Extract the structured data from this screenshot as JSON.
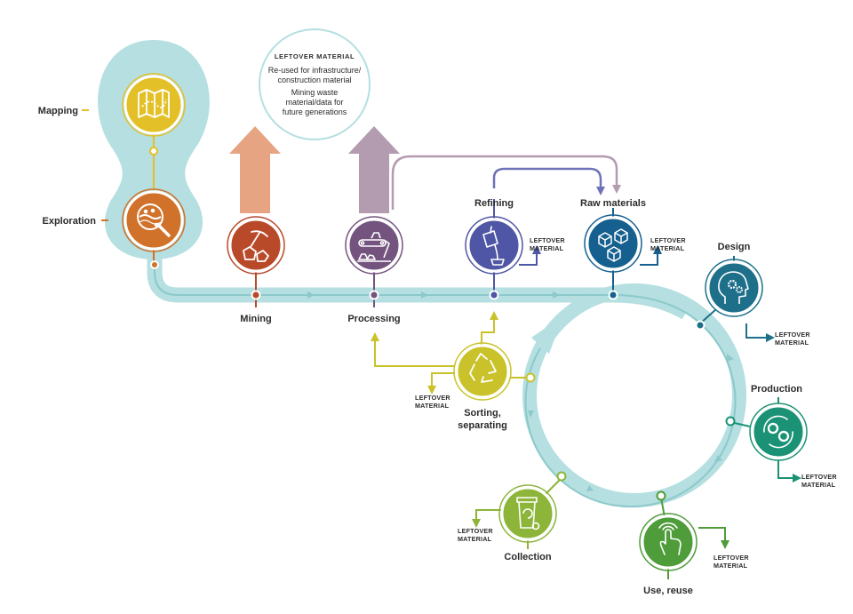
{
  "stages": {
    "mapping": "Mapping",
    "exploration": "Exploration",
    "mining": "Mining",
    "processing": "Processing",
    "refining": "Refining",
    "raw_materials": "Raw materials",
    "design": "Design",
    "production": "Production",
    "use_reuse": "Use, reuse",
    "collection": "Collection",
    "sorting_1": "Sorting,",
    "sorting_2": "separating"
  },
  "leftover": {
    "line1": "LEFTOVER",
    "line2": "MATERIAL"
  },
  "note": {
    "title": "LEFTOVER MATERIAL",
    "l1": "Re-used for infrastructure/",
    "l2": "construction material",
    "l3": "Mining waste",
    "l4": "material/data for",
    "l5": "future generations"
  },
  "colors": {
    "track": "#b5dfe0",
    "track_line": "#8cc9cb",
    "mapping": "#e4c028",
    "exploration": "#d0722a",
    "mining": "#b84a2a",
    "processing": "#74547f",
    "refining": "#4e56a5",
    "raw_materials": "#16608f",
    "design": "#1e6f8a",
    "production": "#1b9275",
    "use_reuse": "#4e9c3a",
    "collection": "#8cb539",
    "sorting": "#c9c22b",
    "arrow_mining": "#e6a482",
    "arrow_processing": "#b39bb0"
  },
  "icons": {
    "mapping": "map-icon",
    "exploration": "magnifier-icon",
    "mining": "pickaxe-icon",
    "processing": "conveyor-icon",
    "refining": "crucible-icon",
    "raw_materials": "cubes-icon",
    "design": "head-gears-icon",
    "production": "gears-cycle-icon",
    "use_reuse": "hand-touch-icon",
    "collection": "recycle-bin-icon",
    "sorting": "recycle-icon"
  }
}
